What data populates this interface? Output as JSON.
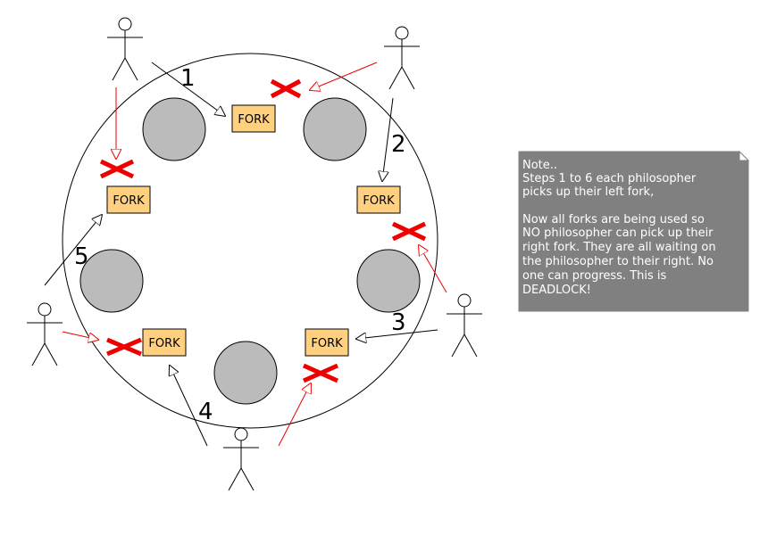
{
  "diagram": {
    "forks": [
      {
        "label": "FORK"
      },
      {
        "label": "FORK"
      },
      {
        "label": "FORK"
      },
      {
        "label": "FORK"
      },
      {
        "label": "FORK"
      }
    ],
    "steps": [
      "1",
      "2",
      "3",
      "4",
      "5"
    ],
    "note": {
      "lines": [
        "Note..",
        "Steps 1 to 6 each philosopher",
        "picks up their left fork,",
        "",
        "Now all forks are being used so",
        "NO philosopher can pick up their",
        "right fork. They are all waiting on",
        "the philosopher to their right. No",
        "one can progress. This is",
        "DEADLOCK!"
      ]
    },
    "colors": {
      "fork_fill": "#ffd080",
      "fork_stroke": "#000000",
      "plate_fill": "#bbbbbb",
      "blocked_color": "#ee0000",
      "note_fill": "#808080",
      "note_text": "#ffffff"
    }
  }
}
